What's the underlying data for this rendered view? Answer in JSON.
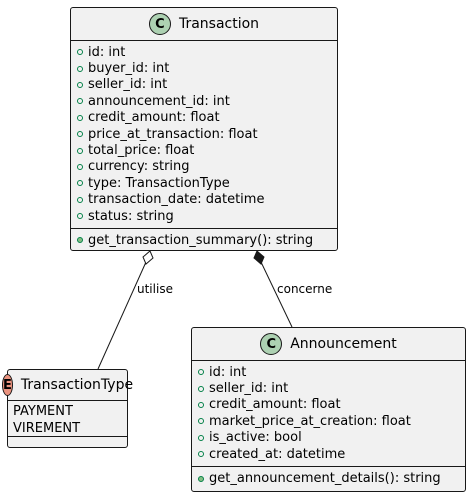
{
  "classes": {
    "transaction": {
      "name": "Transaction",
      "stereotype": "C",
      "attributes": [
        "id: int",
        "buyer_id: int",
        "seller_id: int",
        "announcement_id: int",
        "credit_amount: float",
        "price_at_transaction: float",
        "total_price: float",
        "currency: string",
        "type: TransactionType",
        "transaction_date: datetime",
        "status: string"
      ],
      "methods": [
        "get_transaction_summary(): string"
      ]
    },
    "announcement": {
      "name": "Announcement",
      "stereotype": "C",
      "attributes": [
        "id: int",
        "seller_id: int",
        "credit_amount: float",
        "market_price_at_creation: float",
        "is_active: bool",
        "created_at: datetime"
      ],
      "methods": [
        "get_announcement_details(): string"
      ]
    },
    "transaction_type": {
      "name": "TransactionType",
      "stereotype": "E",
      "values": [
        "PAYMENT",
        "VIREMENT"
      ]
    }
  },
  "relations": {
    "aggregation_label": "utilise",
    "composition_label": "concerne"
  },
  "colors": {
    "class_fill": "#f1f1f1",
    "border": "#181818",
    "class_badge": "#add1b2",
    "enum_badge": "#eb937f",
    "visibility_green": "#84be84"
  }
}
